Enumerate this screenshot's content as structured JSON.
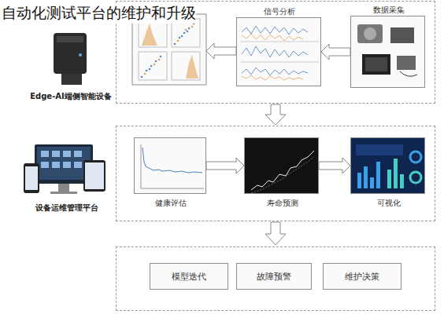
{
  "diagram": {
    "title": "自动化测试平台的维护和升级",
    "nodes": [
      {
        "text": [
          "数据采集"
        ]
      },
      {
        "text": [
          "信号分析"
        ]
      },
      {
        "text": [
          "健康评估"
        ]
      },
      {
        "text": [
          "寿命预测"
        ]
      },
      {
        "text": [
          "可视化"
        ]
      },
      {
        "text": [
          "模型迭代"
        ]
      },
      {
        "text": [
          "故障预警"
        ]
      },
      {
        "text": [
          "维护决策"
        ]
      }
    ],
    "edges": [
      {
        "from": 0,
        "to": 1,
        "arrow": "to"
      },
      {
        "from": 2,
        "to": 3,
        "arrow": "to"
      },
      {
        "from": 3,
        "to": 4,
        "arrow": "to"
      }
    ],
    "labels": [
      "Edge-AI端侧智能设备",
      "设备运维管理平台"
    ]
  }
}
